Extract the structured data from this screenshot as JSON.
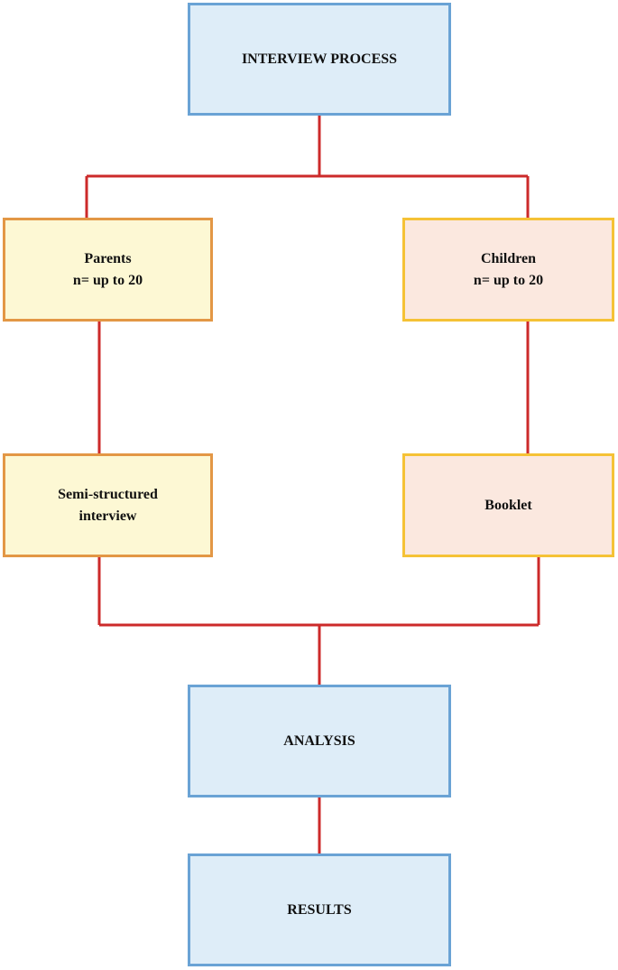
{
  "colors": {
    "connector": "#cc2a2a",
    "blue_fill": "#deedf8",
    "blue_border": "#6aa3d5",
    "yellow_fill": "#fdf8d4",
    "yellow_border": "#e39745",
    "peach_fill": "#fbe8df",
    "peach_border": "#f5c236"
  },
  "nodes": {
    "interview": {
      "label": "INTERVIEW PROCESS"
    },
    "parents": {
      "line1": "Parents",
      "line2": "n= up to 20"
    },
    "children": {
      "line1": "Children",
      "line2": "n= up to 20"
    },
    "semi": {
      "line1": "Semi-structured",
      "line2": "interview"
    },
    "booklet": {
      "label": "Booklet"
    },
    "analysis": {
      "label": "ANALYSIS"
    },
    "results": {
      "label": "RESULTS"
    }
  }
}
